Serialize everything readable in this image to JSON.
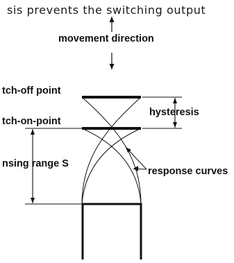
{
  "caption_text": "sis prevents the switching output",
  "labels": {
    "movement_direction": "movement direction",
    "switch_off_point": "tch-off point",
    "switch_on_point": "tch-on-point",
    "hysteresis": "hysteresis",
    "sensing_range": "nsing range S",
    "response_curves": "response curves"
  },
  "colors": {
    "line": "#111111",
    "background": "#ffffff"
  }
}
